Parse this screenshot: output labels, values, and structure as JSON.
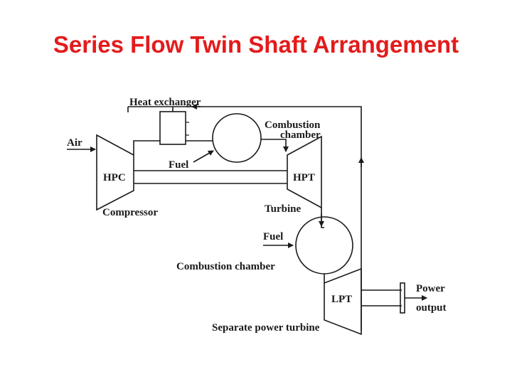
{
  "title": "Series Flow Twin Shaft Arrangement",
  "colors": {
    "title": "#e41b1b",
    "lines": "#1a1a1a"
  },
  "diagram": {
    "labels": {
      "heat_exchanger": "Heat exchanger",
      "combustion_chamber_top_1": "Combustion",
      "combustion_chamber_top_2": "chamber",
      "air": "Air",
      "fuel_top": "Fuel",
      "hpc": "HPC",
      "hpt": "HPT",
      "compressor": "Compressor",
      "turbine": "Turbine",
      "fuel_bottom": "Fuel",
      "combustion_chamber_bottom": "Combustion chamber",
      "lpt": "LPT",
      "power_1": "Power",
      "power_2": "output",
      "separate_power_turbine": "Separate power turbine"
    }
  }
}
